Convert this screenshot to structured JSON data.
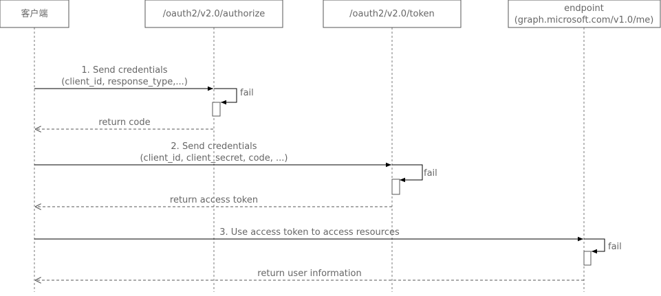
{
  "actors": [
    {
      "id": "client",
      "lines": [
        "客户端"
      ]
    },
    {
      "id": "authorize",
      "lines": [
        "/oauth2/v2.0/authorize"
      ]
    },
    {
      "id": "token",
      "lines": [
        "/oauth2/v2.0/token"
      ]
    },
    {
      "id": "endpoint",
      "lines": [
        "endpoint",
        "(graph.microsoft.com/v1.0/me)"
      ]
    }
  ],
  "messages": [
    {
      "step": "send-credentials-authorize",
      "kind": "request",
      "lines": [
        "1. Send credentials",
        "(client_id, response_type,...)"
      ]
    },
    {
      "step": "authorize-fail",
      "kind": "self",
      "lines": [
        "fail"
      ]
    },
    {
      "step": "return-code",
      "kind": "return",
      "lines": [
        "return code"
      ]
    },
    {
      "step": "send-credentials-token",
      "kind": "request",
      "lines": [
        "2. Send credentials",
        "(client_id, client_secret, code, ...)"
      ]
    },
    {
      "step": "token-fail",
      "kind": "self",
      "lines": [
        "fail"
      ]
    },
    {
      "step": "return-access-token",
      "kind": "return",
      "lines": [
        "return access token"
      ]
    },
    {
      "step": "use-access-token",
      "kind": "request",
      "lines": [
        "3. Use access token to access resources"
      ]
    },
    {
      "step": "endpoint-fail",
      "kind": "self",
      "lines": [
        "fail"
      ]
    },
    {
      "step": "return-user-information",
      "kind": "return",
      "lines": [
        "return user information"
      ]
    }
  ]
}
